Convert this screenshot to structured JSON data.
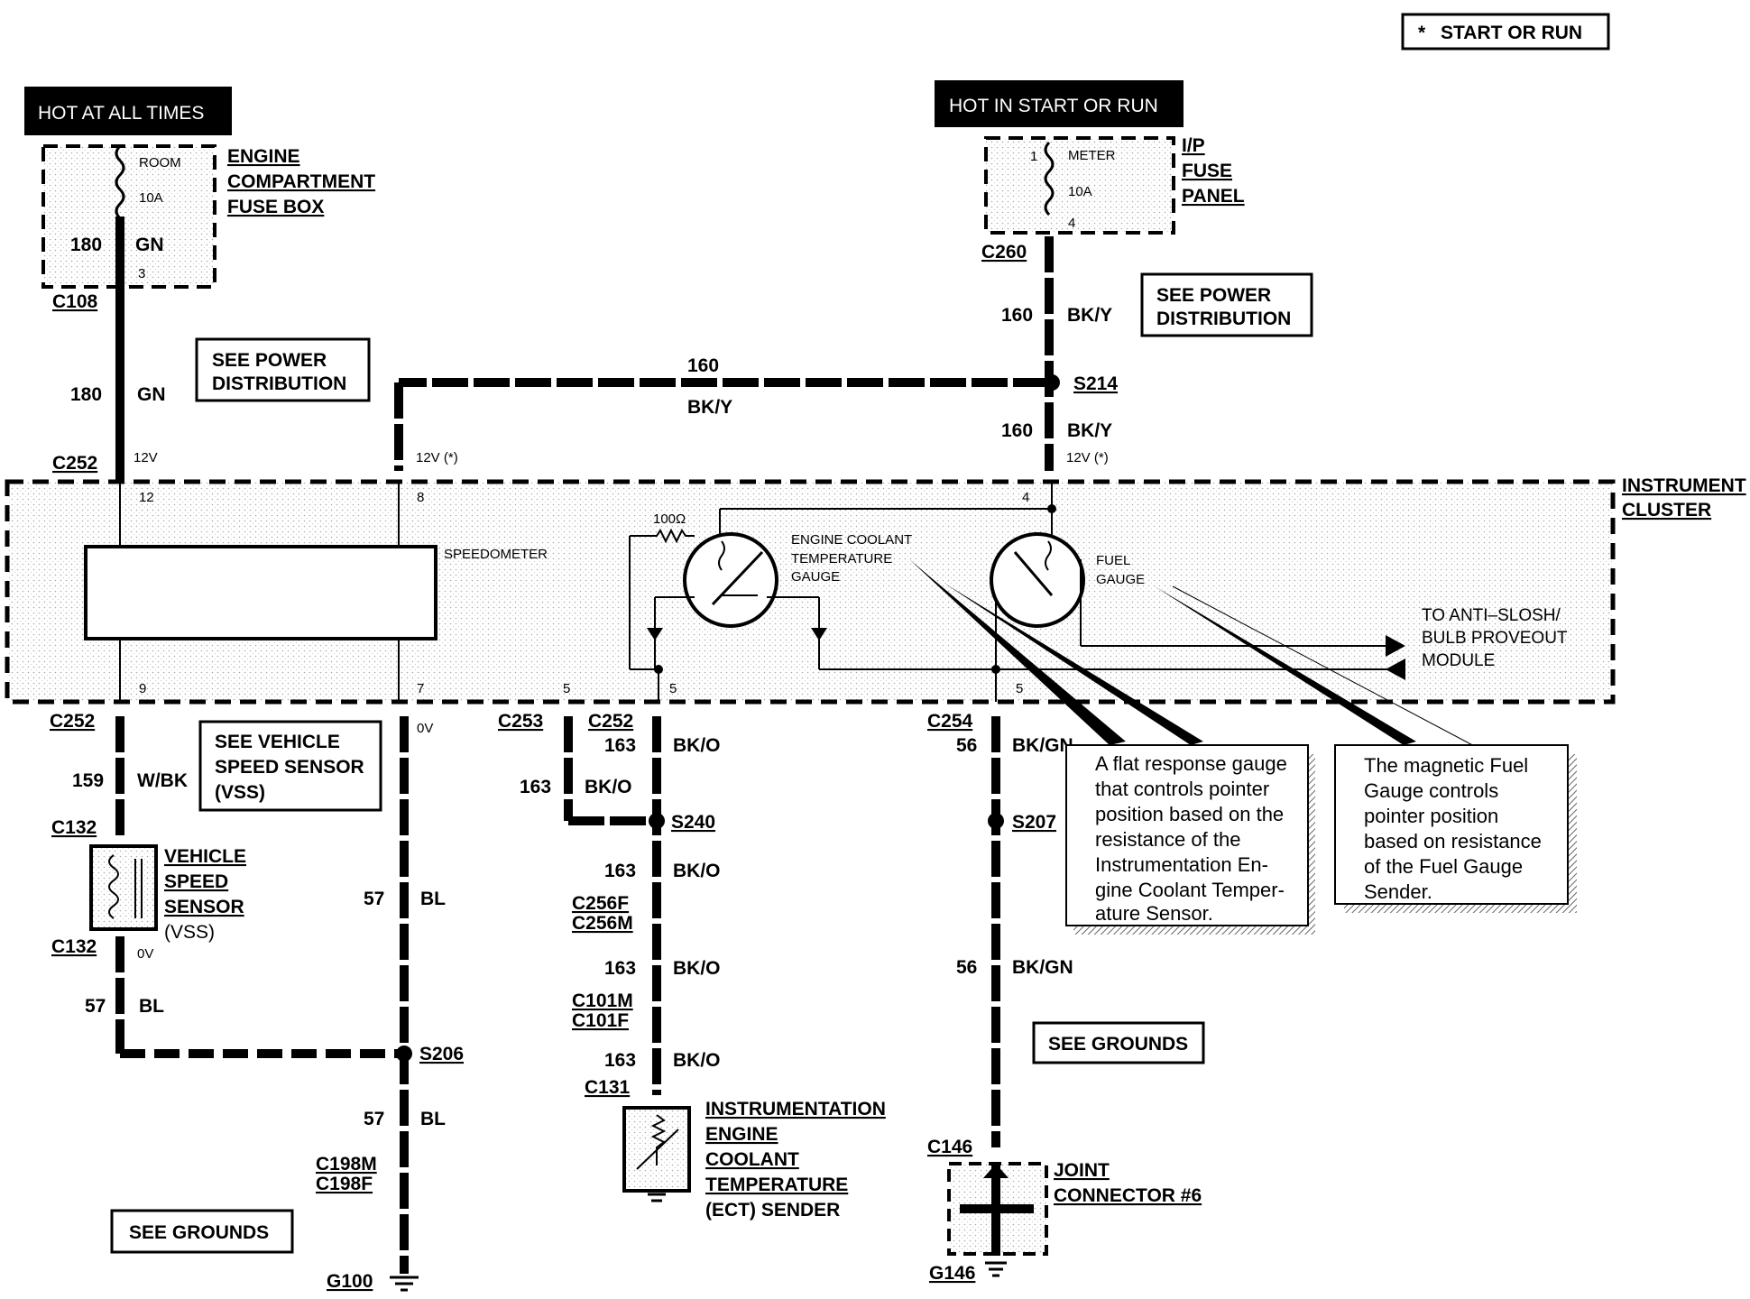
{
  "legend": {
    "star": "*",
    "text": "START OR RUN"
  },
  "power": {
    "hot_all_times": "HOT AT ALL TIMES",
    "hot_start_run": "HOT IN START OR RUN"
  },
  "fuse_boxes": {
    "engine": {
      "title": [
        "ENGINE",
        "COMPARTMENT",
        "FUSE BOX"
      ],
      "fuse_name": "ROOM",
      "fuse_amp": "10A",
      "pin_out": "3",
      "circuit": "180",
      "color": "GN"
    },
    "ip": {
      "title": [
        "I/P",
        "FUSE",
        "PANEL"
      ],
      "fuse_name": "METER",
      "fuse_amp": "10A",
      "pin_in": "1",
      "pin_out": "4"
    }
  },
  "connectors": {
    "C108": "C108",
    "C260": "C260",
    "C252": "C252",
    "C253": "C253",
    "C254": "C254",
    "C132": "C132",
    "C256F": "C256F",
    "C256M": "C256M",
    "C101M": "C101M",
    "C101F": "C101F",
    "C131": "C131",
    "C198M": "C198M",
    "C198F": "C198F",
    "C146": "C146",
    "G100": "G100",
    "G146": "G146"
  },
  "splices": {
    "S214": "S214",
    "S240": "S240",
    "S207": "S207",
    "S206": "S206"
  },
  "wires": {
    "gn": {
      "circuit": "180",
      "color": "GN"
    },
    "bky": {
      "circuit": "160",
      "color": "BK/Y"
    },
    "wbk": {
      "circuit": "159",
      "color": "W/BK"
    },
    "bl": {
      "circuit": "57",
      "color": "BL"
    },
    "bko": {
      "circuit": "163",
      "color": "BK/O"
    },
    "bkgn": {
      "circuit": "56",
      "color": "BK/GN"
    }
  },
  "voltages": {
    "v12": "12V",
    "v12_star": "12V (*)",
    "v0": "0V"
  },
  "pins": {
    "p12": "12",
    "p8": "8",
    "p4": "4",
    "p9": "9",
    "p7": "7",
    "p5": "5"
  },
  "boxes": {
    "see_power": [
      "SEE POWER",
      "DISTRIBUTION"
    ],
    "see_vss": [
      "SEE VEHICLE",
      "SPEED SENSOR",
      "(VSS)"
    ],
    "see_grounds": "SEE GROUNDS"
  },
  "cluster": {
    "title": [
      "INSTRUMENT",
      "CLUSTER"
    ],
    "speedometer": "SPEEDOMETER",
    "resistor": "100Ω",
    "ect_gauge": [
      "ENGINE COOLANT",
      "TEMPERATURE",
      "GAUGE"
    ],
    "fuel_gauge": [
      "FUEL",
      "GAUGE"
    ],
    "to_module": [
      "TO ANTI–SLOSH/",
      "BULB PROVEOUT",
      "MODULE"
    ]
  },
  "components": {
    "vss": [
      "VEHICLE",
      "SPEED",
      "SENSOR",
      "(VSS)"
    ],
    "ect": [
      "INSTRUMENTATION",
      "ENGINE",
      "COOLANT",
      "TEMPERATURE",
      "(ECT) SENDER"
    ],
    "joint": [
      "JOINT",
      "CONNECTOR #6"
    ]
  },
  "callouts": {
    "ect": [
      "A flat response gauge",
      "that controls pointer",
      "position based on the",
      "resistance of the",
      "Instrumentation En-",
      "gine Coolant Temper-",
      "ature Sensor."
    ],
    "fuel": [
      "The magnetic Fuel",
      "Gauge controls",
      "pointer position",
      "based on resistance",
      "of the Fuel Gauge",
      "Sender."
    ]
  }
}
